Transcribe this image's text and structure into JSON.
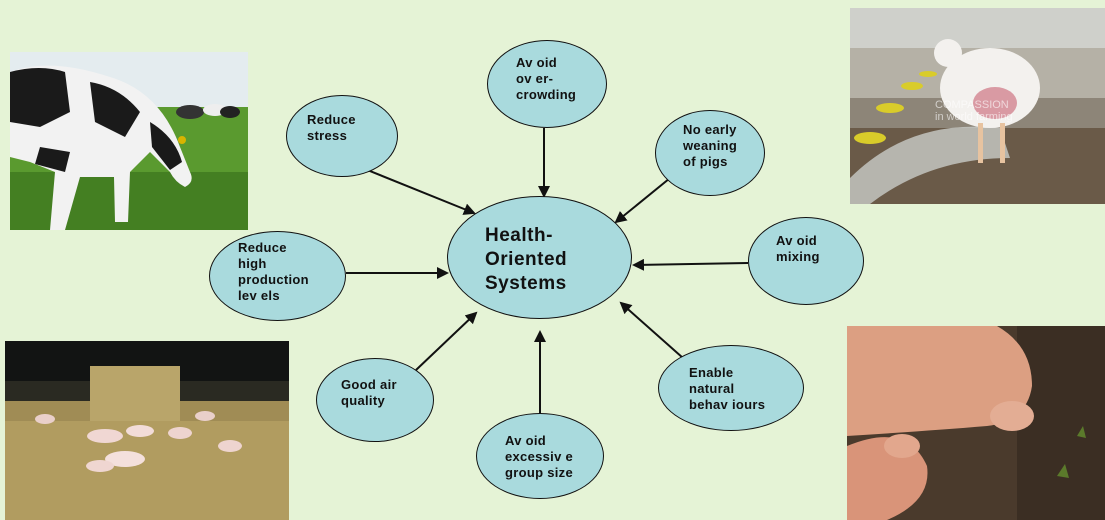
{
  "center": {
    "label": "Health-\nOriented\nSystems"
  },
  "nodes": [
    {
      "id": "overcrowding",
      "label": "Av oid\nov er-\ncrowding"
    },
    {
      "id": "stress",
      "label": "Reduce\nstress"
    },
    {
      "id": "weaning",
      "label": "No early\nweaning\nof pigs"
    },
    {
      "id": "mixing",
      "label": "Av oid\nmixing"
    },
    {
      "id": "production",
      "label": "Reduce\nhigh\nproduction\nlev els"
    },
    {
      "id": "air",
      "label": "Good air\nquality"
    },
    {
      "id": "group",
      "label": "Av oid\nexcessiv e\ngroup size"
    },
    {
      "id": "behaviours",
      "label": "Enable\nnatural\nbehav iours"
    }
  ],
  "photos": [
    {
      "id": "cow",
      "subject": "cow grazing in field"
    },
    {
      "id": "chicken",
      "subject": "broiler chicken in shed",
      "watermark": "COMPASSION\nin world farming"
    },
    {
      "id": "straw",
      "subject": "piglets on straw bedding"
    },
    {
      "id": "mud",
      "subject": "pigs rooting in soil"
    }
  ],
  "colors": {
    "background": "#e5f3d6",
    "bubble": "#a9dadd",
    "stroke": "#111111"
  }
}
